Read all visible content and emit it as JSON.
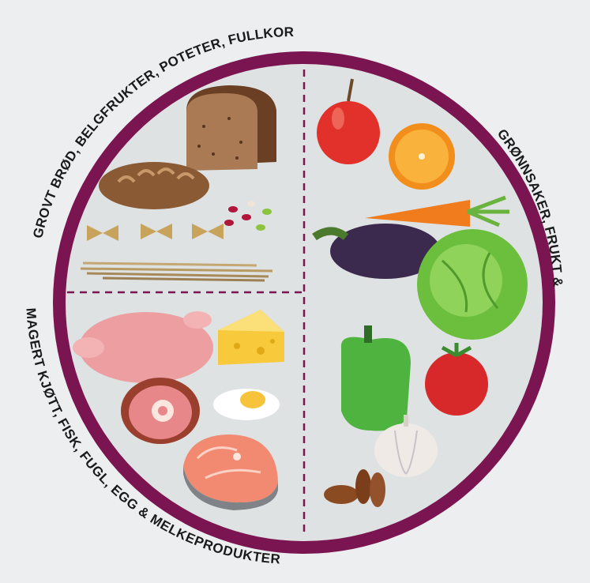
{
  "labels": {
    "grains": "GROVT BRØD, BELGFRUKTER, POTETER, FULLKORNSPASTA/-RIS",
    "vegetables": "GRØNNSAKER, FRUKT & BÆR",
    "protein": "MAGERT KJØTT, FISK, FUGL, EGG & MELKEPRODUKTER"
  },
  "colors": {
    "background": "#eceef0",
    "plate_rim": "#7b1551",
    "plate_inner": "#dfe2e3",
    "divider": "#7b1551"
  },
  "sections": [
    {
      "name": "grains",
      "icons": [
        "bread-loaf-icon",
        "bread-slice-icon",
        "farfalle-pasta-icon",
        "beans-icon",
        "spaghetti-icon"
      ]
    },
    {
      "name": "vegetables",
      "icons": [
        "apple-icon",
        "orange-icon",
        "carrot-icon",
        "eggplant-icon",
        "cabbage-icon",
        "bell-pepper-icon",
        "tomato-icon",
        "garlic-icon",
        "pecan-nuts-icon"
      ]
    },
    {
      "name": "protein",
      "icons": [
        "raw-chicken-icon",
        "cheese-wedge-icon",
        "ham-icon",
        "fried-egg-icon",
        "salmon-steak-icon"
      ]
    }
  ]
}
